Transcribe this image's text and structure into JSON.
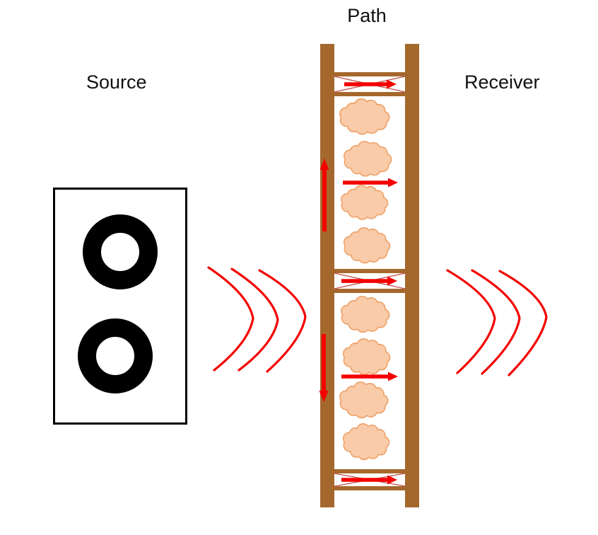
{
  "labels": {
    "path": "Path",
    "source": "Source",
    "receiver": "Receiver"
  },
  "colors": {
    "stud-brown": "#a5682c",
    "arrow-red": "#f40000",
    "wave-red": "#f40000",
    "brace-x": "#c0504d",
    "cloud-fill": "#f9cba9",
    "cloud-stroke": "#eea269",
    "speaker-black": "#000000",
    "label-text": "#111111",
    "background": "#ffffff"
  },
  "icons": {
    "speaker": "speaker-icon",
    "sound_waves_left": "sound-wave-icon",
    "sound_waves_right": "sound-wave-icon",
    "insulation_batt": "insulation-cloud-icon",
    "sound_path": "red-arrow-icon",
    "cross_brace": "x-brace-icon"
  }
}
